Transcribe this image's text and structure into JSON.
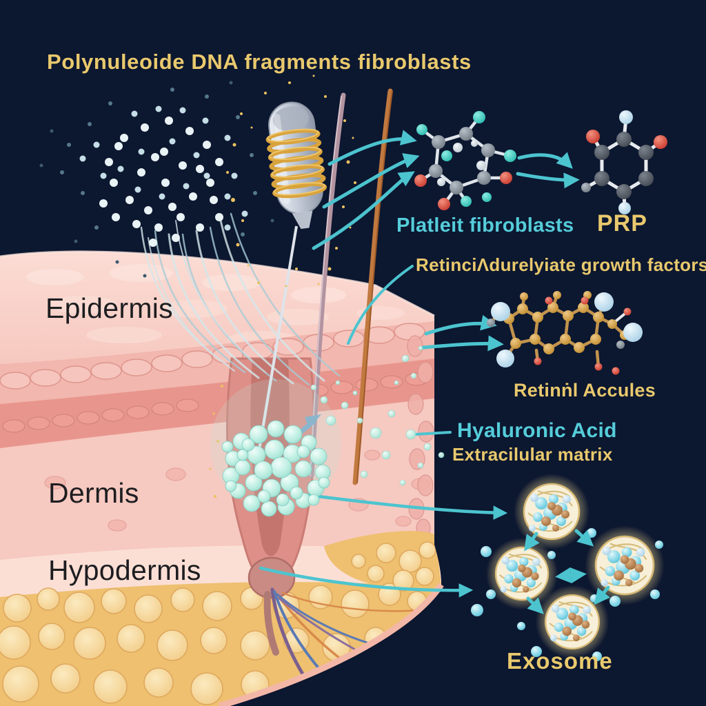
{
  "title": "Polynuleoide DNA fragments fibroblasts",
  "skin_layers": {
    "epidermis": "Epidermis",
    "dermis": "Dermis",
    "hypodermis": "Hypodermis"
  },
  "annotations": {
    "platelet": "Platleit fibroblasts",
    "prp": "PRP",
    "growth_factors": "RetinciΛdurelyiate growth factors",
    "retinol_molecules": "Retinṅl Accules",
    "hyaluronic_acid": "Hyaluronic Acid",
    "extracellular_matrix": "Extracilular matrix",
    "exosome": "Exosome"
  },
  "colors": {
    "background": "#0c1730",
    "gold_text": "#e9c96d",
    "cyan_text": "#55cdda",
    "arrow_teal": "#4cc4cf",
    "skin_pink": "#f6cac2",
    "fat_gold": "#eec070",
    "bubble_mint": "#a5e4d6",
    "coil_gold": "#d9a33c"
  }
}
